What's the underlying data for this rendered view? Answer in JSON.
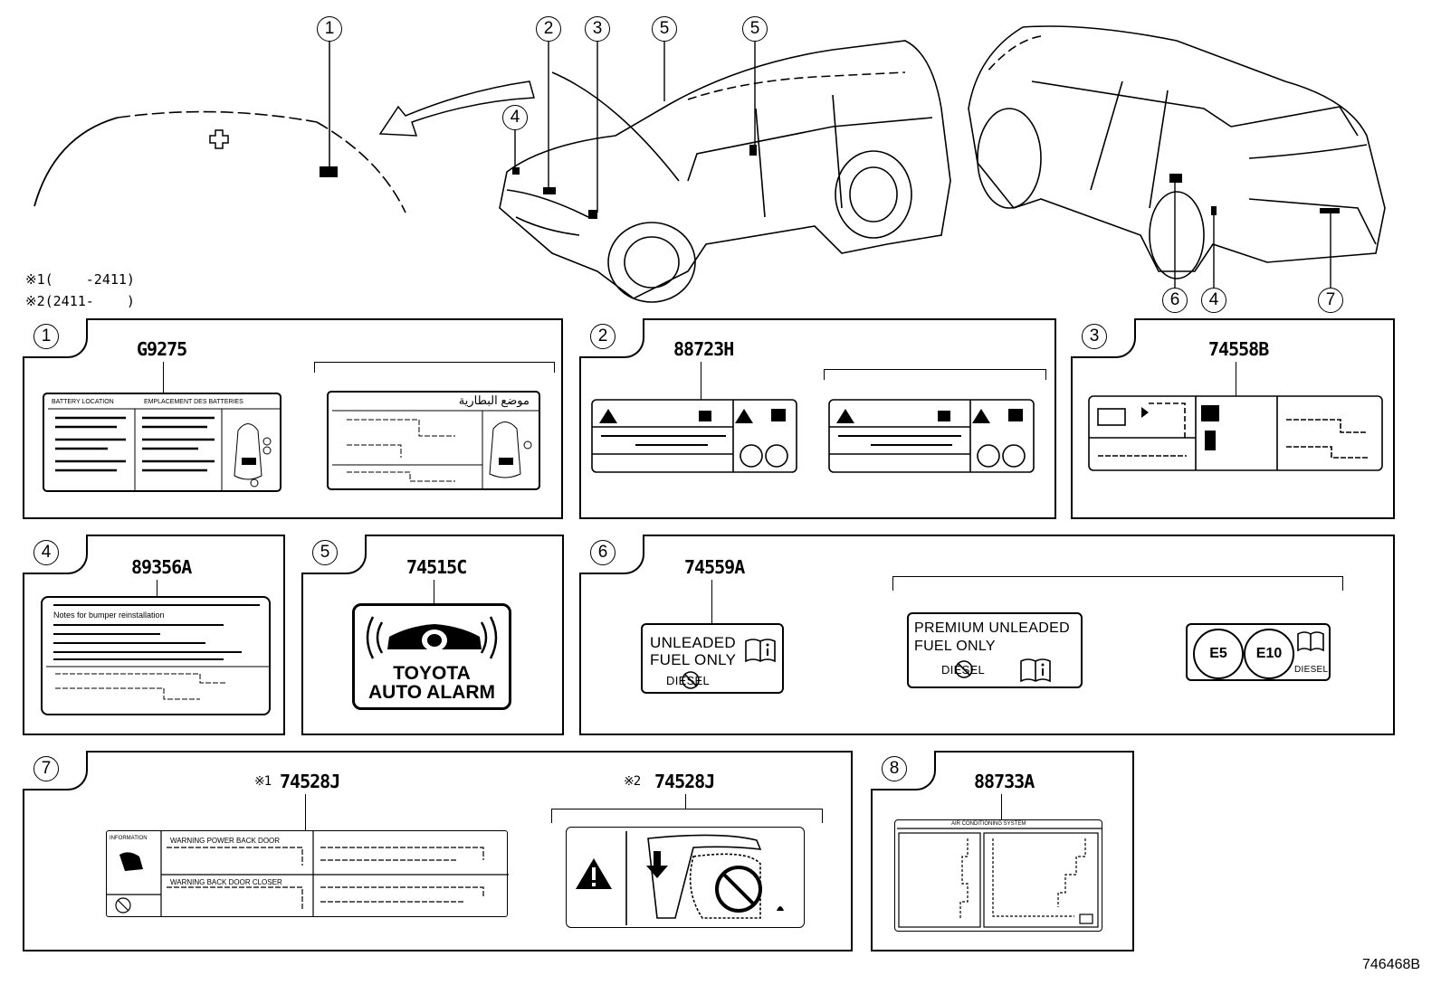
{
  "callouts": {
    "top": [
      "1",
      "2",
      "3",
      "5",
      "5",
      "4"
    ],
    "rear": [
      "6",
      "4",
      "7"
    ]
  },
  "notes": {
    "n1": "※1(    -2411)",
    "n2": "※2(2411-    )"
  },
  "panels": [
    {
      "num": "1",
      "part": "G9275",
      "texts": {
        "eng_head": "BATTERY LOCATION",
        "fr_head": "EMPLACEMENT DES BATTERIES",
        "arabic_head": "موضع البطارية"
      }
    },
    {
      "num": "2",
      "part": "88723H"
    },
    {
      "num": "3",
      "part": "74558B"
    },
    {
      "num": "4",
      "part": "89356A",
      "texts": {
        "line": "Notes for bumper reinstallation"
      }
    },
    {
      "num": "5",
      "part": "74515C",
      "texts": {
        "line1": "TOYOTA",
        "line2": "AUTO ALARM"
      }
    },
    {
      "num": "6",
      "part": "74559A",
      "texts": {
        "l1a": "UNLEADED",
        "l1b": "FUEL ONLY",
        "l2a": "PREMIUM UNLEADED",
        "l2b": "FUEL ONLY",
        "diesel": "DIESEL",
        "e5": "E5",
        "e10": "E10"
      }
    },
    {
      "num": "7",
      "part_a": "74528J",
      "part_b": "74528J",
      "mark_a": "※1",
      "mark_b": "※2",
      "texts": {
        "info": "INFORMATION",
        "w1": "WARNING POWER BACK DOOR",
        "w2": "WARNING BACK DOOR CLOSER"
      }
    },
    {
      "num": "8",
      "part": "88733A",
      "texts": {
        "head": "AIR CONDITIONING SYSTEM"
      }
    }
  ],
  "figure_number": "746468B"
}
